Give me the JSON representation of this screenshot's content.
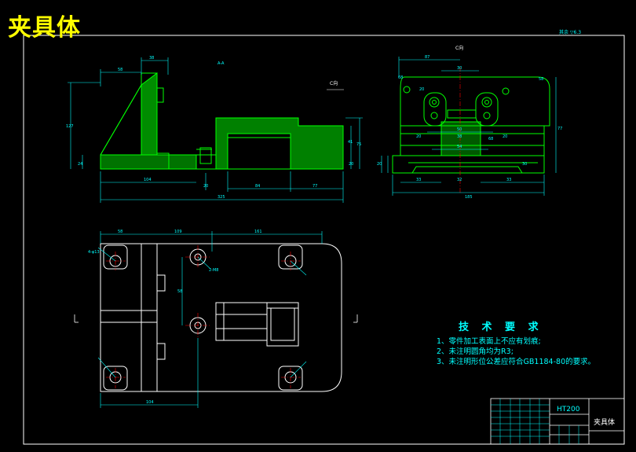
{
  "drawing": {
    "title": "夹具体",
    "scale_note": "其余 ▽6.3",
    "section_label": "A-A",
    "view_mark": "C向"
  },
  "dimensions": {
    "front": [
      "38",
      "58",
      "127",
      "24",
      "104",
      "325",
      "20",
      "84",
      "77",
      "41",
      "75",
      "20"
    ],
    "side": [
      "87",
      "30",
      "68",
      "58",
      "20",
      "50",
      "54",
      "38",
      "20",
      "20",
      "68",
      "33",
      "33",
      "32",
      "20",
      "185",
      "77",
      "30"
    ],
    "plan": [
      "58",
      "109",
      "161",
      "58",
      "104",
      "2-M8",
      "4-φ13"
    ]
  },
  "technical_requirements": {
    "heading": "技 术 要 求",
    "items": [
      "1、零件加工表面上不应有划痕;",
      "2、未注明圆角均为R3;",
      "3、未注明形位公差应符合GB1184-80的要求。"
    ]
  },
  "title_block": {
    "material": "HT200",
    "part_name": "夹具体"
  },
  "colors": {
    "background": "#000000",
    "outline": "#ffffff",
    "geometry": "#00ff00",
    "dimension": "#00ffff",
    "centerline": "#ff0000",
    "title": "#ffff00"
  }
}
